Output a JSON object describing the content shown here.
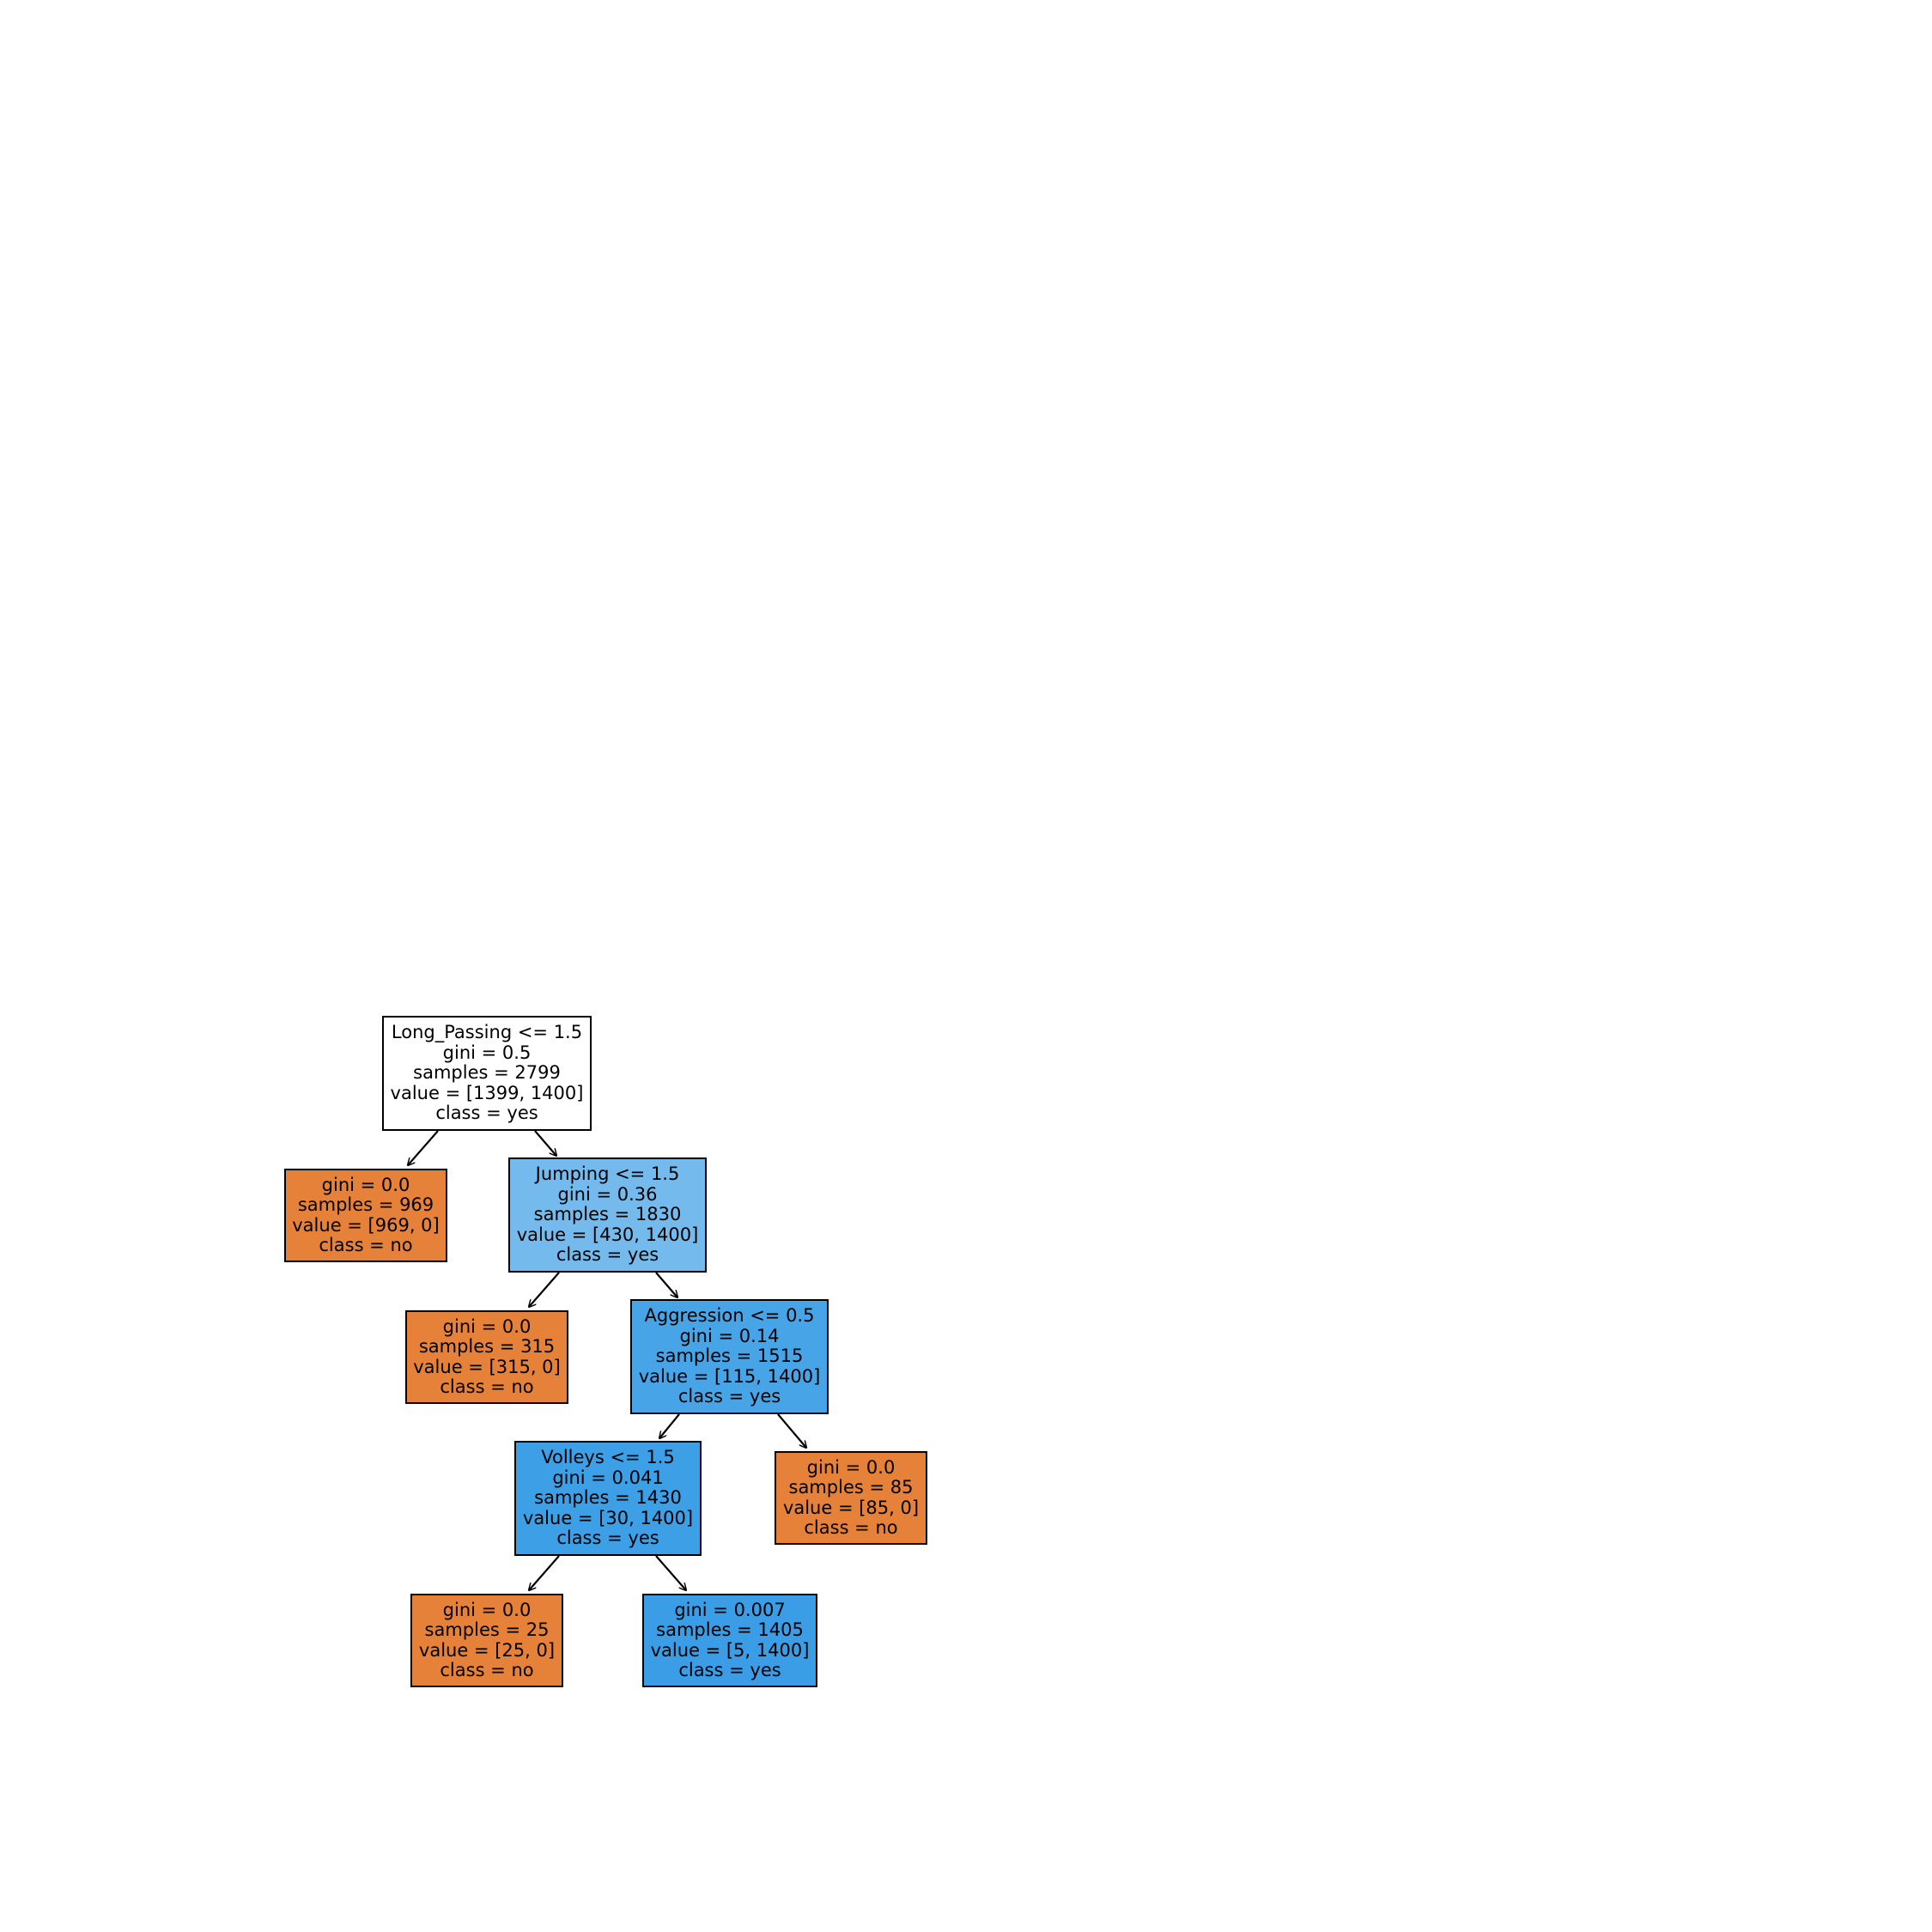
{
  "colors": {
    "class_no": "#e58139",
    "class_yes": "#399de5",
    "root_fill": "#ffffff",
    "n2_fill": "#74baed",
    "n4_fill": "#47a4e7",
    "n5_fill": "#3d9fe6",
    "n7_fill": "#3a9de5"
  },
  "tree": {
    "n0": {
      "split": "Long_Passing <= 1.5",
      "gini": "gini = 0.5",
      "samples": "samples = 2799",
      "value": "value = [1399, 1400]",
      "class": "class = yes"
    },
    "n1": {
      "gini": "gini = 0.0",
      "samples": "samples = 969",
      "value": "value = [969, 0]",
      "class": "class = no"
    },
    "n2": {
      "split": "Jumping <= 1.5",
      "gini": "gini = 0.36",
      "samples": "samples = 1830",
      "value": "value = [430, 1400]",
      "class": "class = yes"
    },
    "n3": {
      "gini": "gini = 0.0",
      "samples": "samples = 315",
      "value": "value = [315, 0]",
      "class": "class = no"
    },
    "n4": {
      "split": "Aggression <= 0.5",
      "gini": "gini = 0.14",
      "samples": "samples = 1515",
      "value": "value = [115, 1400]",
      "class": "class = yes"
    },
    "n5": {
      "split": "Volleys <= 1.5",
      "gini": "gini = 0.041",
      "samples": "samples = 1430",
      "value": "value = [30, 1400]",
      "class": "class = yes"
    },
    "n6": {
      "gini": "gini = 0.0",
      "samples": "samples = 85",
      "value": "value = [85, 0]",
      "class": "class = no"
    },
    "n7": {
      "gini": "gini = 0.0",
      "samples": "samples = 25",
      "value": "value = [25, 0]",
      "class": "class = no"
    },
    "n8": {
      "gini": "gini = 0.007",
      "samples": "samples = 1405",
      "value": "value = [5, 1400]",
      "class": "class = yes"
    }
  }
}
